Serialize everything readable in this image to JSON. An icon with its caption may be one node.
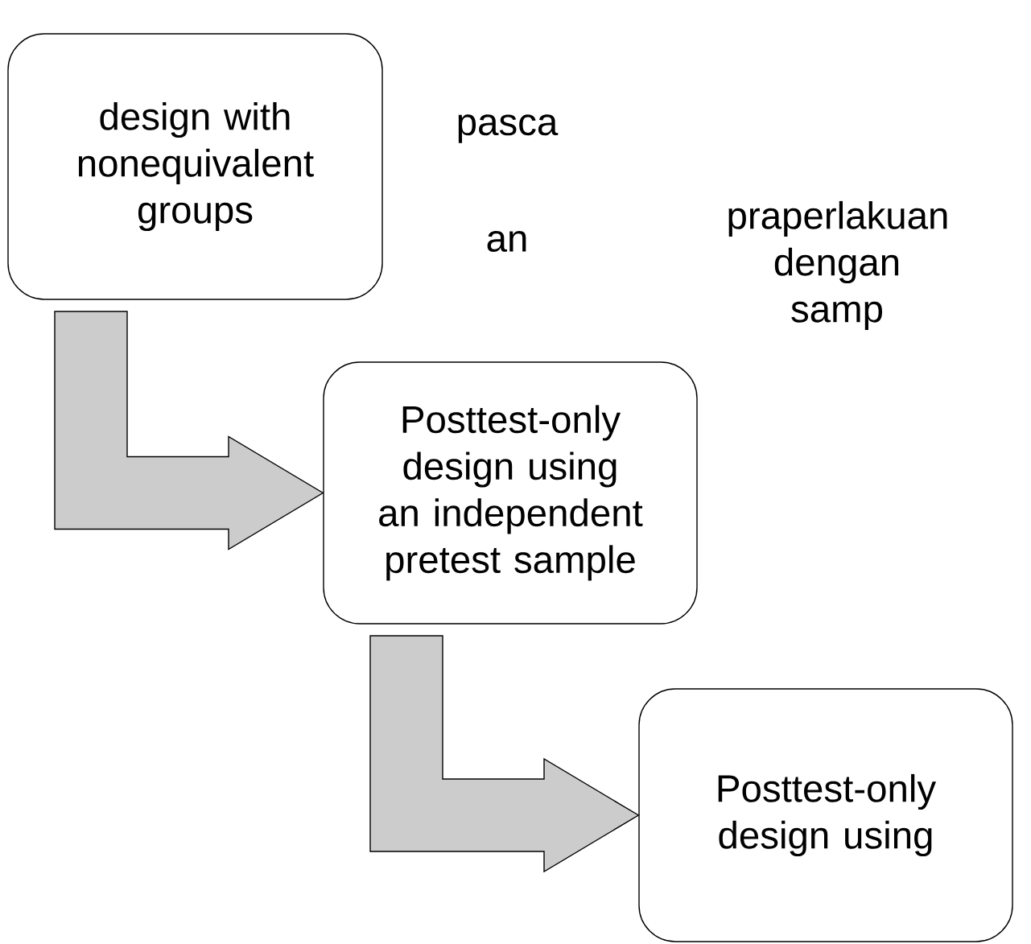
{
  "diagram": {
    "nodes": [
      {
        "text": [
          "design with nonequivalent groups"
        ]
      },
      {
        "text": [
          "Posttest-only design using an independent pretest sample"
        ]
      },
      {
        "text": [
          "Posttest-only design using"
        ]
      }
    ],
    "edges": [
      {
        "from": 0,
        "to": 1,
        "arrow": "to"
      },
      {
        "from": 1,
        "to": 2,
        "arrow": "to"
      }
    ],
    "labels": [
      "pasca",
      "an",
      "praperlakuan dengan samp"
    ]
  }
}
